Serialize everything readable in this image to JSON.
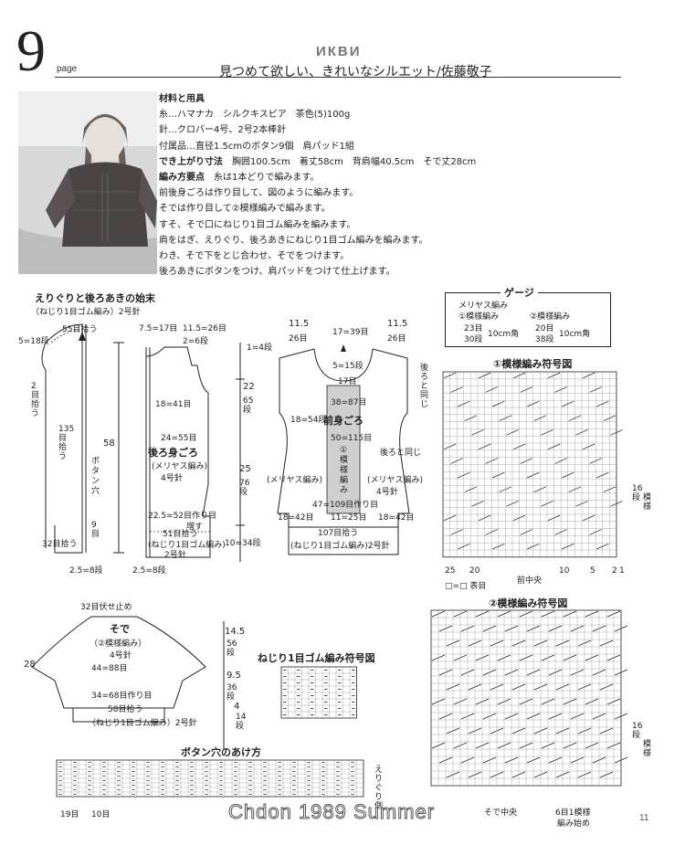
{
  "header": {
    "page_number": "9",
    "page_word": "page",
    "watermark_top": "ИКВИ",
    "subtitle": "見つめて欲しい、きれいなシルエット/佐藤敬子"
  },
  "materials": {
    "heading": "材料と用具",
    "yarn": "糸…ハマナカ　シルクキスビア　茶色(5)100g",
    "needles": "針…クロバー4号、2号2本棒針",
    "accessories": "付属品…直径1.5cmのボタン9個　肩パッド1組",
    "size_label": "でき上がり寸法",
    "size_value": "胸囲100.5cm　着丈58cm　背肩幅40.5cm　そで丈28cm",
    "points_label": "編み方要点",
    "points_first": "糸は1本どりで編みます。",
    "steps": [
      "前後身ごろは作り目して、図のように編みます。",
      "そでは作り目して②模様編みで編みます。",
      "すそ、そで口にねじり1目ゴム編みを編みます。",
      "肩をはぎ、えりぐり、後ろあきにねじり1目ゴム編みを編みます。",
      "わき、そで下をとじ合わせ、そでをつけます。",
      "後ろあきにボタンをつけ、肩パッドをつけて仕上げます。"
    ]
  },
  "diagrams": {
    "neck_title": "えりぐりと後ろあきの始末",
    "neck_sub": "（ねじり1目ゴム編み）2号針",
    "neck_55": "55目拾う",
    "neck_5_18": "5=18段",
    "neck_2pick": "2目拾う",
    "neck_135": "135目拾う",
    "neck_32": "32目拾う",
    "neck_25_8": "2.5=8段",
    "btn_hole": "ボタン穴",
    "neck_9": "9目",
    "neck_58": "58",
    "back_title": "後ろ身ごろ",
    "back_meriyasu": "(メリヤス編み)",
    "back_4go": "4号針",
    "back_7_5": "7.5=17目",
    "back_11_5": "11.5=26目",
    "back_2_6": "2=6段",
    "back_24_55": "24=55目",
    "back_18_41": "18=41目",
    "back_22_5": "22.5=52目作り目",
    "back_51": "51目拾う",
    "back_rib": "(ねじり1目ゴム編み)",
    "back_2go": "2号針",
    "back_25_8": "2.5=8段",
    "back_sakai": "増す",
    "dim_1_4": "1=4段",
    "dim_22": "22",
    "dim_65": "65段",
    "dim_25": "25",
    "dim_76": "76段",
    "dim_10_34": "10=34段",
    "front_11_5a": "11.5",
    "front_26a": "26目",
    "front_17_39": "17=39目",
    "front_11_5b": "11.5",
    "front_26b": "26目",
    "front_5_15": "5=15段",
    "front_17": "17目",
    "front_38_87": "38=87目",
    "front_18_54": "18=54段",
    "front_title": "前身ごろ",
    "front_50_115": "50=115目",
    "front_pattern": "①模様編み",
    "front_meriyasu_l": "(メリヤス編み)",
    "front_meriyasu_r": "(メリヤス編み)",
    "front_4go": "4号針",
    "front_47_109": "47=109目作り目",
    "front_18_42a": "18=42目",
    "front_11_25": "11=25目",
    "front_18_42b": "18=42目",
    "front_107": "107目拾う",
    "front_rib": "(ねじり1目ゴム編み)2号針",
    "front_back_same1": "後ろと同じ",
    "front_back_same2": "後ろと同じ",
    "sleeve_bind": "32目伏せ止め",
    "sleeve_title": "そで",
    "sleeve_pattern": "（②模様編み）",
    "sleeve_4go": "4号針",
    "sleeve_44_88": "44=88目",
    "sleeve_34_68": "34=68目作り目",
    "sleeve_58": "58目拾う",
    "sleeve_rib": "（ねじり1目ゴム編み）2号針",
    "sleeve_28": "28",
    "sleeve_14_5": "14.5",
    "sleeve_56": "56段",
    "sleeve_9_5": "9.5",
    "sleeve_36": "36段",
    "sleeve_4": "4",
    "sleeve_14": "14段",
    "rib_chart_title": "ねじり1目ゴム編み符号図",
    "btn_title": "ボタン穴のあけ方",
    "btn_19": "19目",
    "btn_10": "10目",
    "btn_neck": "えりぐり側"
  },
  "gauge": {
    "title": "ゲージ",
    "meriyasu": "メリヤス編み",
    "p1": "①模様編み",
    "p2": "②模様編み",
    "p1_st": "23目",
    "p1_row": "30段",
    "p1_size": "10cm角",
    "p2_st": "20目",
    "p2_row": "38段",
    "p2_size": "10cm角"
  },
  "chart1": {
    "title": "①模様編み符号図",
    "center": "前中央",
    "legend": "□=□ 表目",
    "rows_16": "16段",
    "pattern": "模様",
    "x_ticks": [
      "25",
      "20",
      "10",
      "5",
      "2",
      "1"
    ]
  },
  "chart2": {
    "title": "②模様編み符号図",
    "center": "そで中央",
    "rows_16": "16段",
    "pattern": "模様",
    "bottom": "6目1模様",
    "start": "編み始め"
  },
  "footer": {
    "watermark": "Chdon 1989 Summer",
    "page_right": "11"
  }
}
